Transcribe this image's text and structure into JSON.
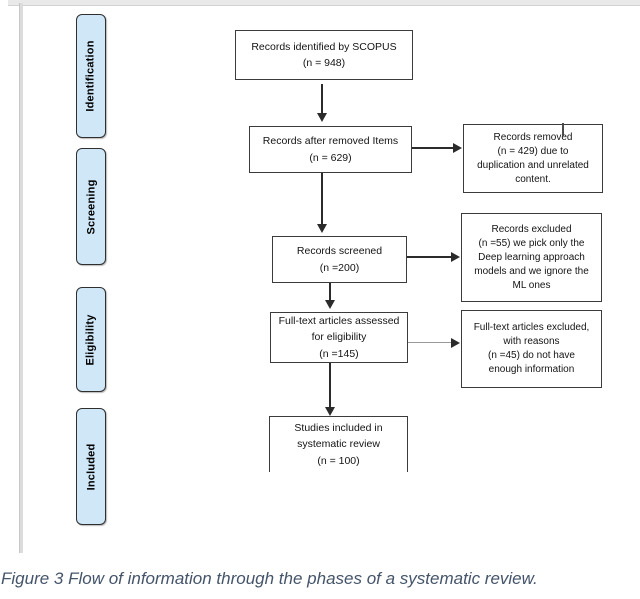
{
  "document": {
    "caption": "Figure 3 Flow of information through the phases of a systematic review."
  },
  "colors": {
    "stage_fill": "#cfe7f7",
    "stage_border": "#2f2f2f",
    "box_border": "#3b3b3b",
    "arrow": "#2b2b2b",
    "arrow_light": "#9a9a9a",
    "caption_text": "#44546a",
    "page_line": "#dcdcdc"
  },
  "diagram": {
    "stages": [
      {
        "label": "Identification"
      },
      {
        "label": "Screening"
      },
      {
        "label": "Eligibility"
      },
      {
        "label": "Included"
      }
    ],
    "main_boxes": [
      {
        "id": "identified",
        "text": "Records identified by SCOPUS\n(n = 948)"
      },
      {
        "id": "after-removed",
        "text": "Records after removed Items\n(n = 629)"
      },
      {
        "id": "screened",
        "text": "Records screened\n(n =200)"
      },
      {
        "id": "fulltext-assessed",
        "text": "Full-text articles assessed\nfor eligibility\n(n =145)"
      },
      {
        "id": "included",
        "text": "Studies included in\nsystematic review\n(n = 100)"
      }
    ],
    "side_boxes": [
      {
        "id": "removed",
        "text": "Records removed\n(n = 429) due to\nduplication and unrelated\ncontent."
      },
      {
        "id": "excluded",
        "text": "Records excluded\n(n =55) we pick only the\nDeep learning approach\nmodels and we ignore the\nML ones"
      },
      {
        "id": "fulltext-excluded",
        "text": "Full-text articles excluded,\nwith reasons\n(n =45) do not have\nenough information"
      }
    ]
  }
}
